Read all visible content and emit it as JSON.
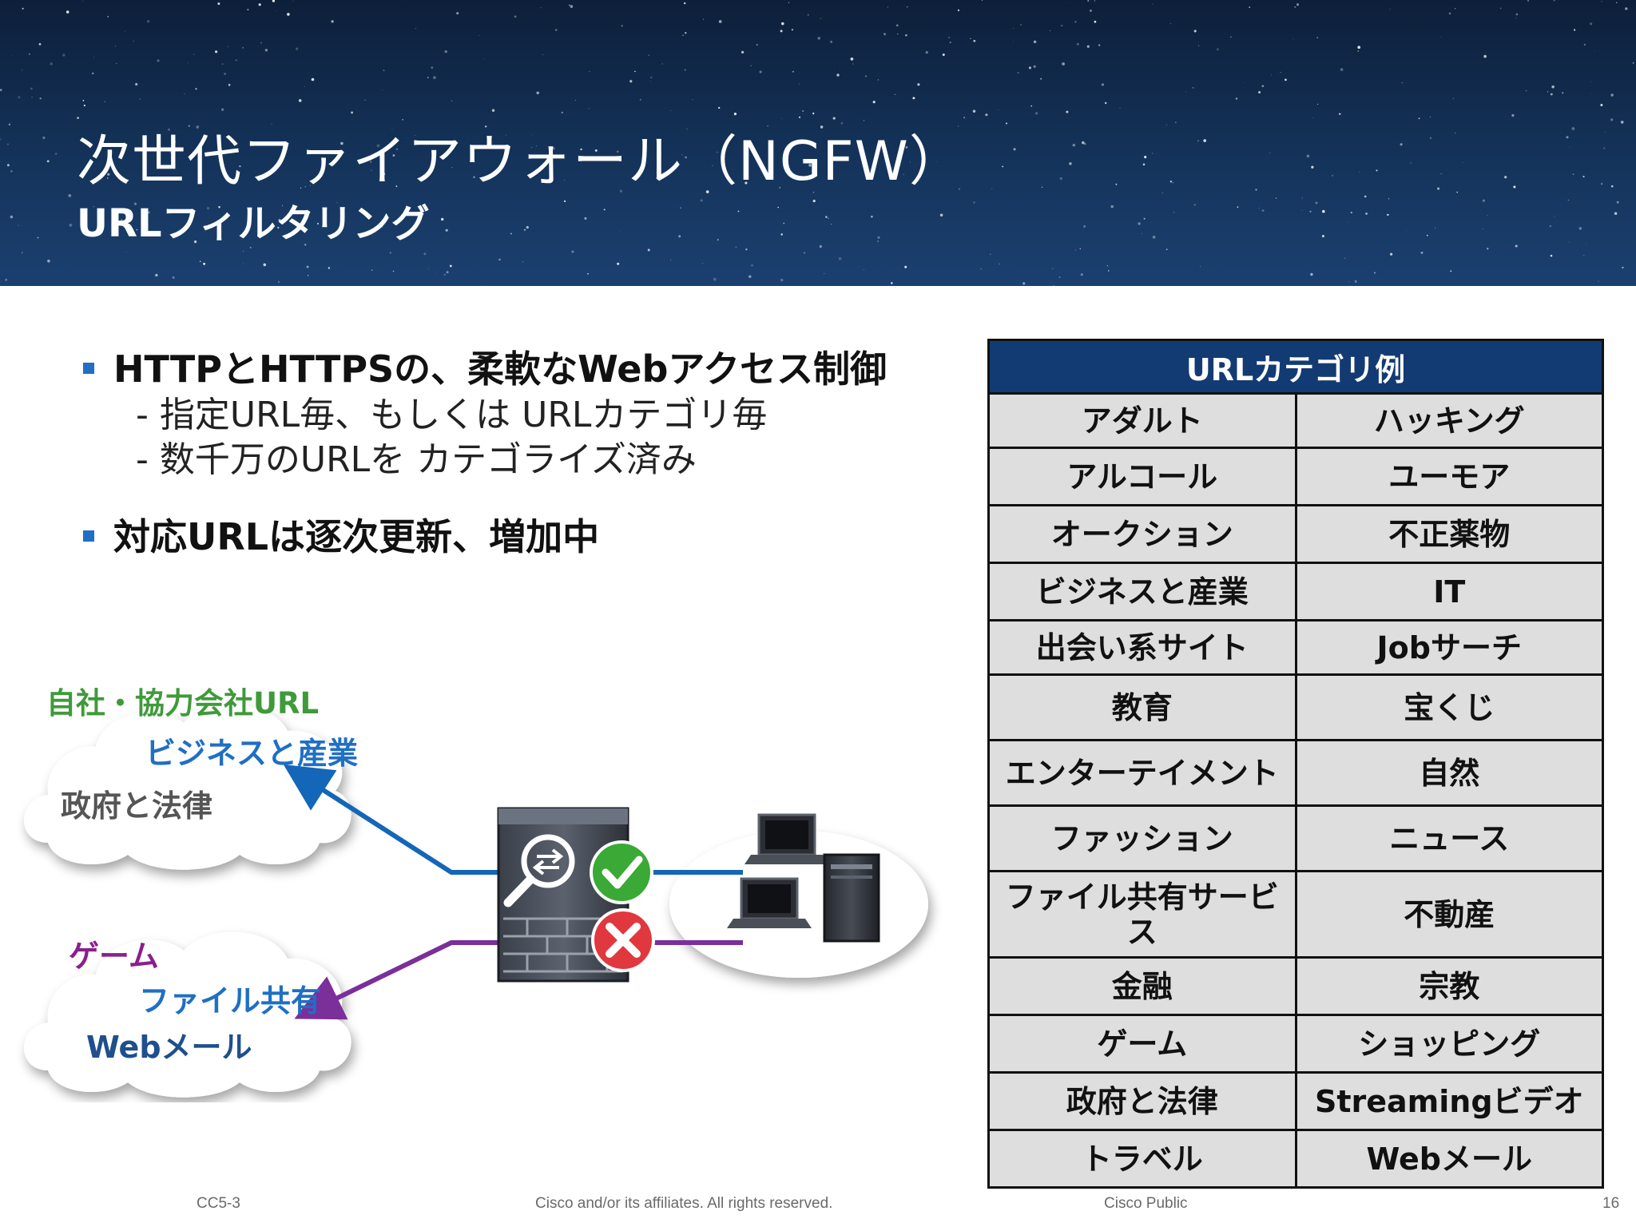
{
  "header": {
    "title": "次世代ファイアウォール（NGFW）",
    "subtitle": "URLフィルタリング"
  },
  "bullets": [
    {
      "text": "HTTPとHTTPSの、柔軟なWebアクセス制御",
      "subs": [
        "- 指定URL毎、もしくは URLカテゴリ毎",
        "- 数千万のURLを カテゴライズ済み"
      ]
    },
    {
      "text": "対応URLは逐次更新、増加中",
      "subs": []
    }
  ],
  "diagram": {
    "allowed_cloud": {
      "header": "自社・協力会社URL",
      "items": [
        "ビジネスと産業",
        "政府と法律"
      ]
    },
    "blocked_cloud": {
      "items": [
        "ゲーム",
        "ファイル共有",
        "Webメール"
      ]
    }
  },
  "category_table": {
    "header": "URLカテゴリ例",
    "rows": [
      [
        "アダルト",
        "ハッキング"
      ],
      [
        "アルコール",
        "ユーモア"
      ],
      [
        "オークション",
        "不正薬物"
      ],
      [
        "ビジネスと産業",
        "IT"
      ],
      [
        "出会い系サイト",
        "Jobサーチ"
      ],
      [
        "教育",
        "宝くじ"
      ],
      [
        "エンターテイメント",
        "自然"
      ],
      [
        "ファッション",
        "ニュース"
      ],
      [
        "ファイル共有サービス",
        "不動産"
      ],
      [
        "金融",
        "宗教"
      ],
      [
        "ゲーム",
        "ショッピング"
      ],
      [
        "政府と法律",
        "Streamingビデオ"
      ],
      [
        "トラベル",
        "Webメール"
      ]
    ]
  },
  "footer": {
    "code": "CC5-3",
    "copyright": "Cisco and/or its affiliates. All rights reserved.",
    "classification": "Cisco Public",
    "page": "16"
  },
  "colors": {
    "allow_line": "#1466b8",
    "block_line": "#7a2f9a",
    "allowed_header": "#3f9a3a",
    "allowed_item": "#1f6fc4",
    "blocked_item_1": "#8a1f8c",
    "blocked_item": "#1f6fc4",
    "table_header": "#133b73",
    "check": "#3aa935",
    "cross": "#e0383e"
  }
}
